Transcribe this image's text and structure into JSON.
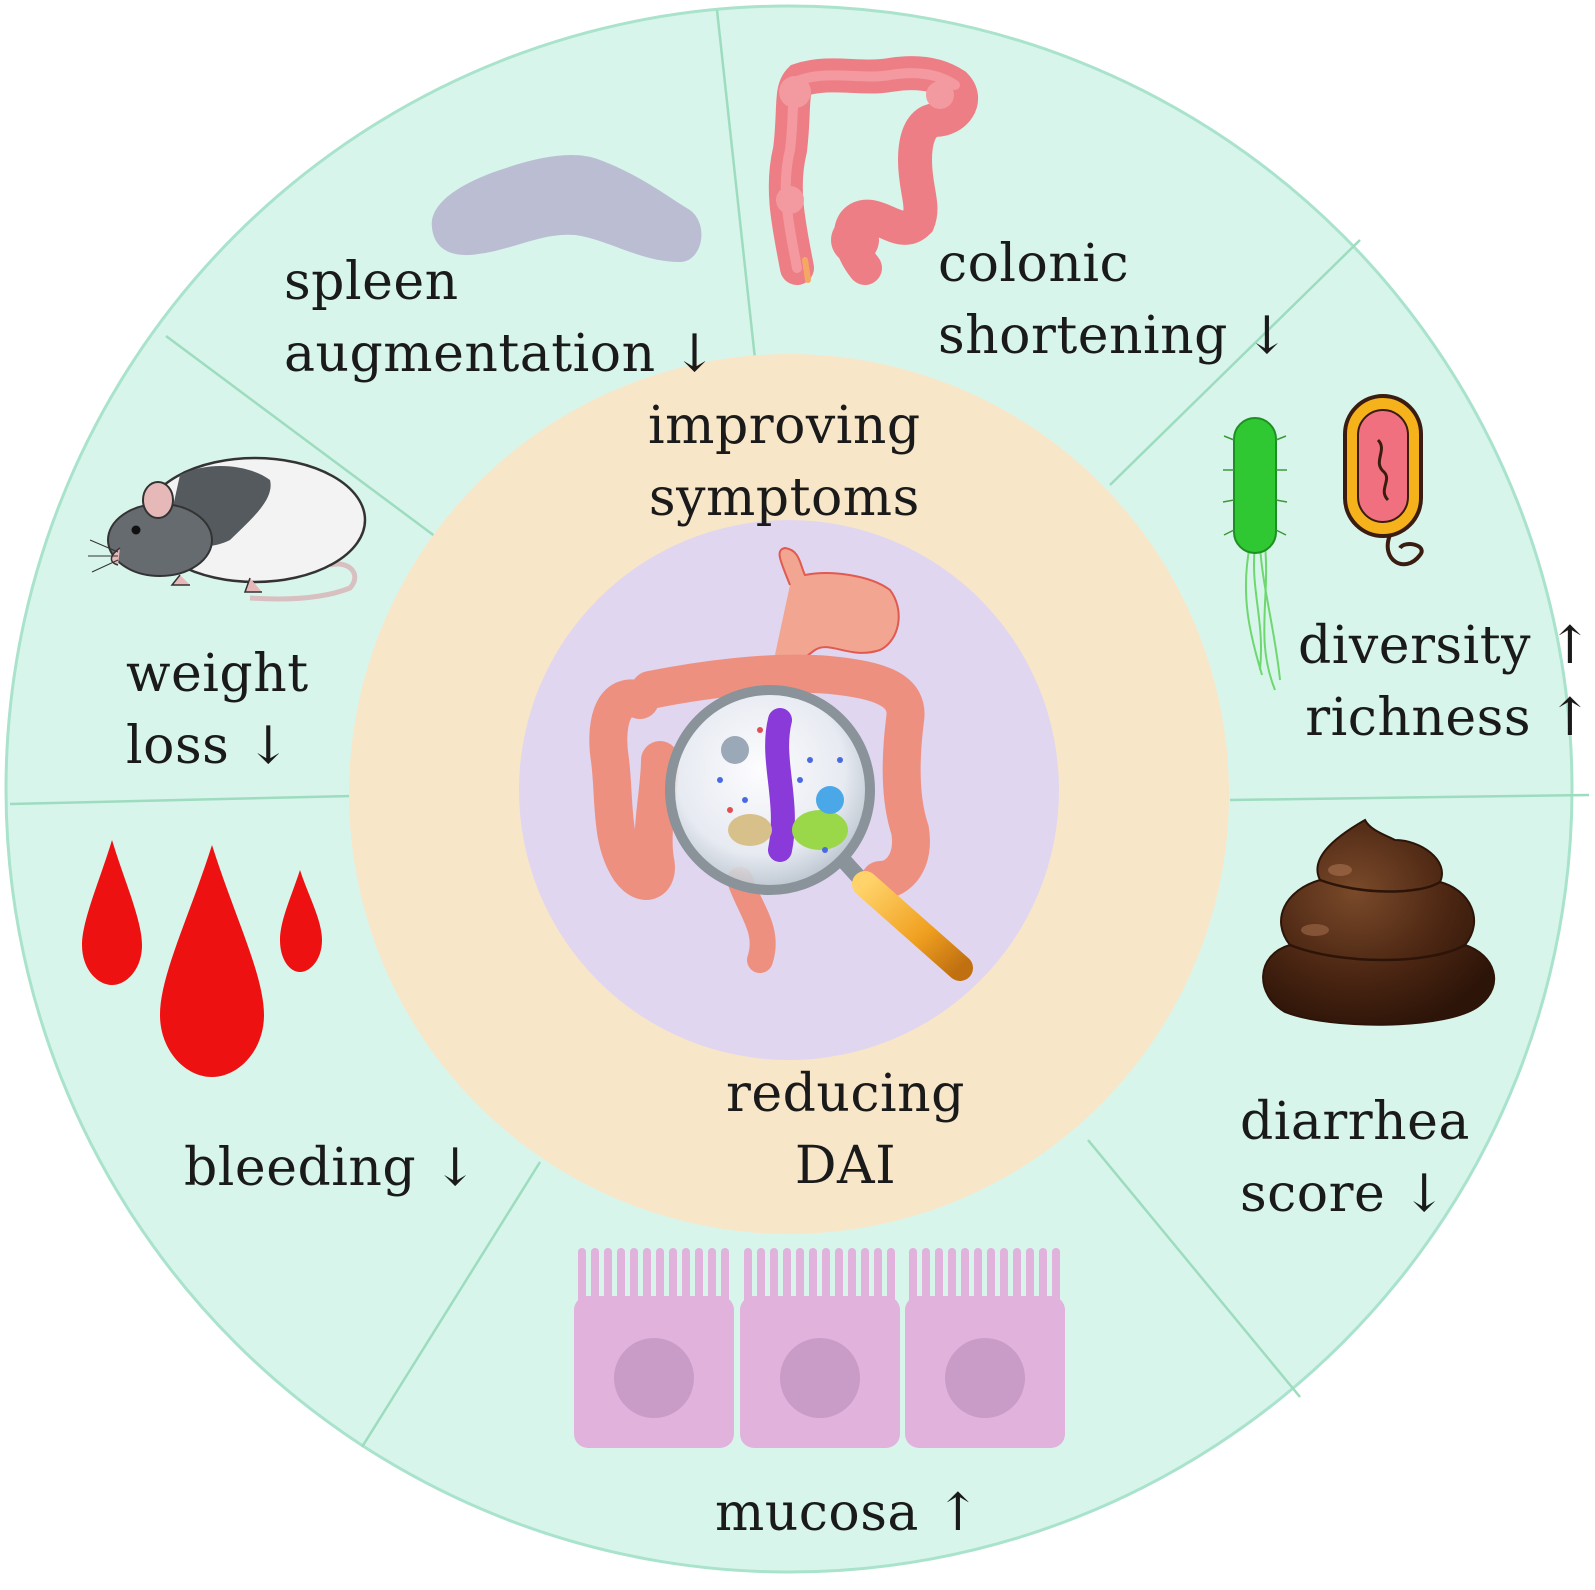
{
  "colors": {
    "outer_ring": "#d8f5ec",
    "outer_ring_border": "#a9e3cc",
    "divider": "#9ddcbf",
    "middle_ring": "#f8e6c9",
    "inner_disc": "#e0d6f0",
    "blood": "#ee1111",
    "spleen": "#bbbdd3",
    "colon": "#ee7e86",
    "bacteria_green": "#2fc832",
    "bacteria_orange": "#f5b21b",
    "stool": "#4a2512",
    "mucosa": "#e0b2dc",
    "nucleus": "#c99bc7",
    "magnifier_handle": "#f0a020"
  },
  "center": {
    "top_label": [
      "improving",
      "symptoms"
    ],
    "bottom_label": [
      "reducing",
      "DAI"
    ],
    "icon": "intestine-microbiota-magnifier-icon"
  },
  "segments": [
    {
      "id": "spleen",
      "icon": "spleen-icon",
      "lines": [
        "spleen",
        "augmentation ↓"
      ]
    },
    {
      "id": "colon",
      "icon": "colon-icon",
      "lines": [
        "colonic",
        "shortening ↓"
      ]
    },
    {
      "id": "microbiota",
      "icon": "bacteria-icon",
      "lines": [
        "diversity ↑",
        "richness ↑"
      ]
    },
    {
      "id": "diarrhea",
      "icon": "stool-icon",
      "lines": [
        "diarrhea",
        "score ↓"
      ]
    },
    {
      "id": "mucosa",
      "icon": "mucosa-cells-icon",
      "lines": [
        "mucosa ↑"
      ]
    },
    {
      "id": "bleeding",
      "icon": "blood-drops-icon",
      "lines": [
        "bleeding ↓"
      ]
    },
    {
      "id": "weight",
      "icon": "rat-icon",
      "lines": [
        "weight",
        "loss ↓"
      ]
    }
  ]
}
